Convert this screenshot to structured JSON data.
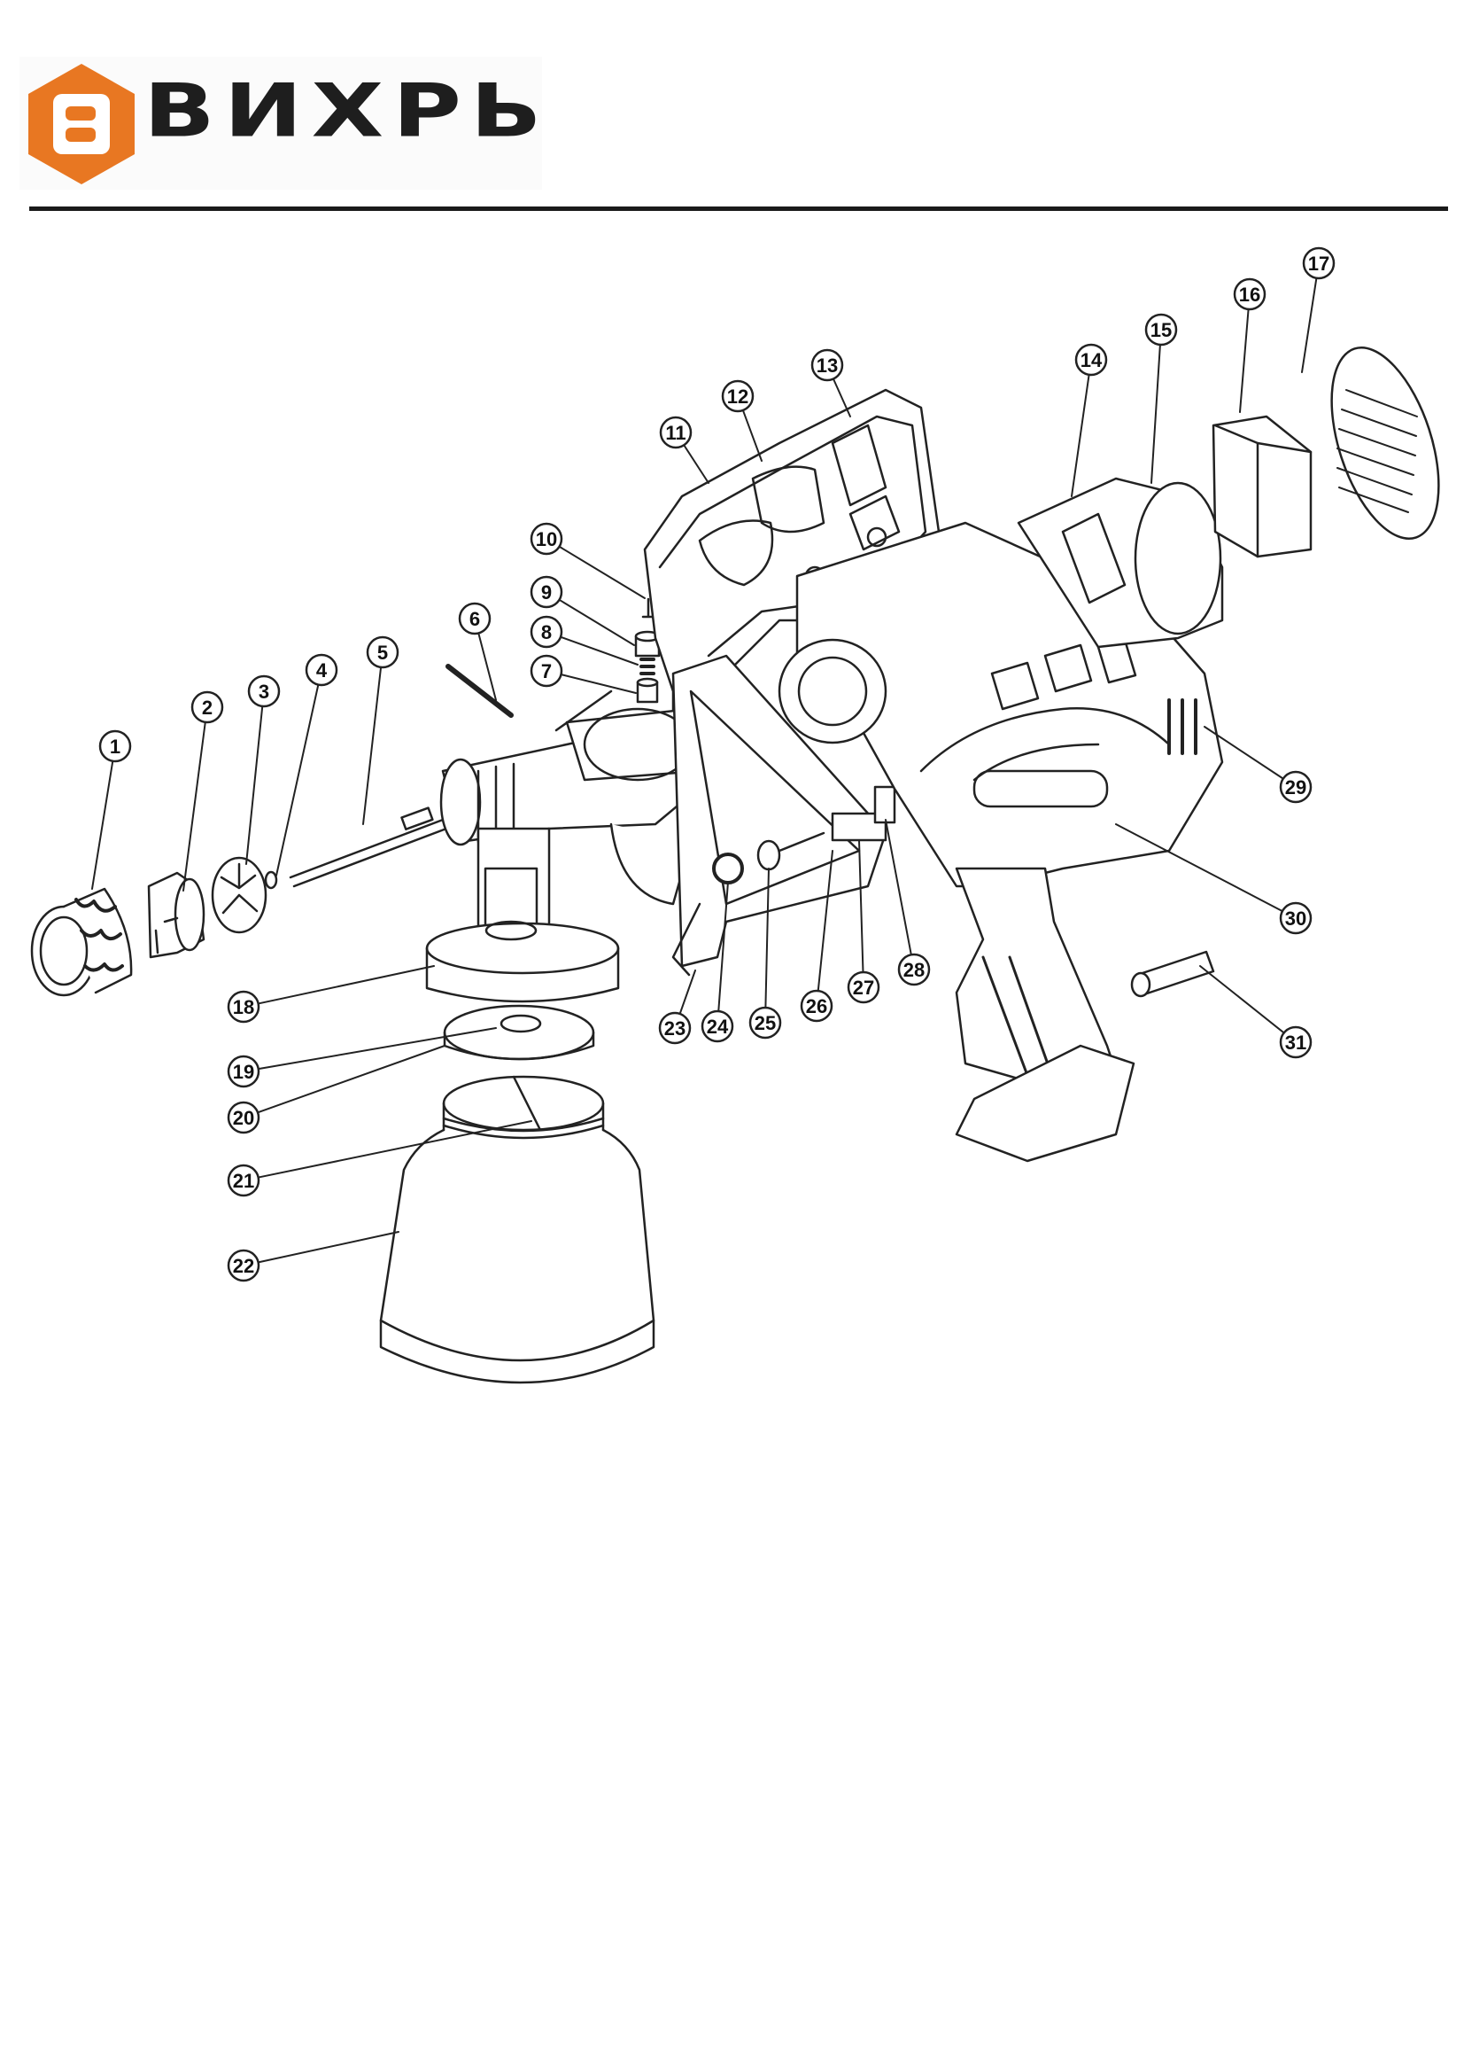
{
  "brand": {
    "name": "ВИХРЬ",
    "logo_color": "#e87722",
    "logo_letter": "B"
  },
  "diagram": {
    "type": "exploded parts diagram",
    "callouts": [
      "1",
      "2",
      "3",
      "4",
      "5",
      "6",
      "7",
      "8",
      "9",
      "10",
      "11",
      "12",
      "13",
      "14",
      "15",
      "16",
      "17",
      "18",
      "19",
      "20",
      "21",
      "22",
      "23",
      "24",
      "25",
      "26",
      "27",
      "28",
      "29",
      "30",
      "31"
    ]
  }
}
